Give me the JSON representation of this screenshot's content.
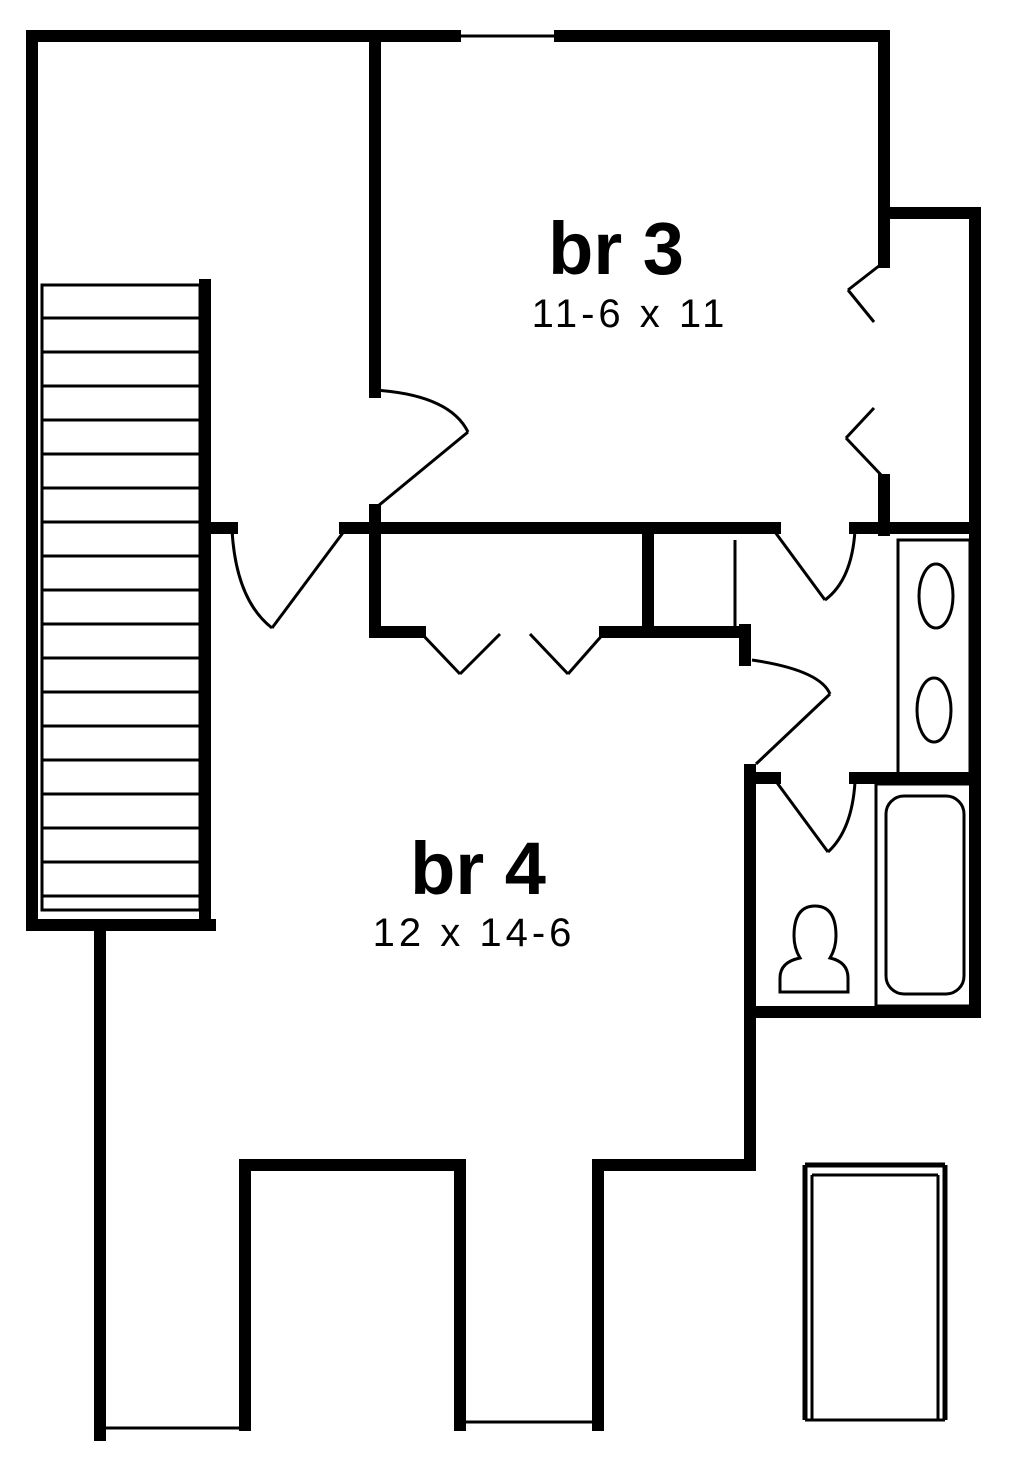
{
  "rooms": {
    "br3": {
      "name": "br  3",
      "dimensions": "11-6  x  11"
    },
    "br4": {
      "name": "br  4",
      "dimensions": "12  x  14-6"
    }
  },
  "colors": {
    "ink": "#000000",
    "paper": "#ffffff"
  }
}
